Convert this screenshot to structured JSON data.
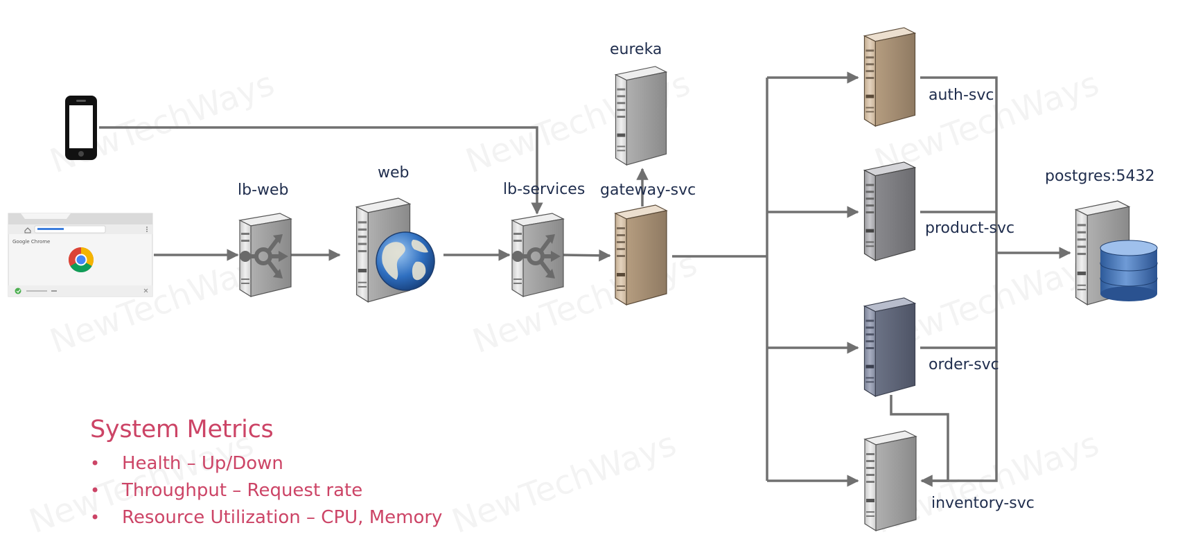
{
  "watermark": "NewTechWays",
  "nodes": {
    "mobile": {
      "icon": "smartphone-icon"
    },
    "browser": {
      "icon": "chrome-browser-icon",
      "brand_text": "Google Chrome"
    },
    "lb_web": {
      "label": "lb-web",
      "icon": "load-balancer-icon"
    },
    "web": {
      "label": "web",
      "icon": "web-server-globe-icon"
    },
    "lb_services": {
      "label": "lb-services",
      "icon": "load-balancer-icon"
    },
    "gateway": {
      "label": "gateway-svc",
      "icon": "server-icon"
    },
    "eureka": {
      "label": "eureka",
      "icon": "server-icon"
    },
    "auth": {
      "label": "auth-svc",
      "icon": "server-icon"
    },
    "product": {
      "label": "product-svc",
      "icon": "server-icon"
    },
    "order": {
      "label": "order-svc",
      "icon": "server-icon"
    },
    "inventory": {
      "label": "inventory-svc",
      "icon": "server-icon"
    },
    "postgres": {
      "label": "postgres:5432",
      "icon": "database-server-icon"
    }
  },
  "metrics": {
    "title": "System Metrics",
    "items": [
      "Health – Up/Down",
      "Throughput – Request rate",
      "Resource Utilization – CPU, Memory"
    ]
  },
  "colors": {
    "connector": "#707070",
    "label": "#1f2d4d",
    "metrics_text": "#cc4466",
    "server_gray": "#dcdcdc",
    "server_tan": "#d6c3ab",
    "server_dark_gray": "#a9a9ad",
    "server_slate": "#8c93a8",
    "database_blue": "#3f6cae"
  }
}
